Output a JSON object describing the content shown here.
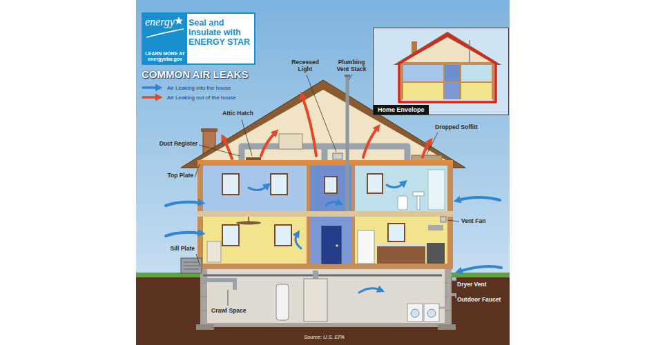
{
  "diagram": {
    "title": "COMMON AIR LEAKS",
    "nodes": [
      {
        "text": [
          "energy",
          "Seal and Insulate with ENERGY STAR",
          "LEARN MORE AT energystar.gov"
        ]
      },
      {
        "text": [
          "Home Envelope"
        ]
      }
    ],
    "labels": [
      "Recessed Light",
      "Plumbing Vent Stack",
      "Attic Hatch",
      "Duct Register",
      "Dropped Soffitt",
      "Top Plate",
      "Vent Fan",
      "Sill Plate",
      "Dryer Vent",
      "Outdoor Faucet",
      "Crawl Space",
      "Source: U.S. EPA"
    ],
    "legend": [
      {
        "text": "Air Leaking into the house"
      },
      {
        "text": "Air Leaking out of the house"
      }
    ]
  }
}
